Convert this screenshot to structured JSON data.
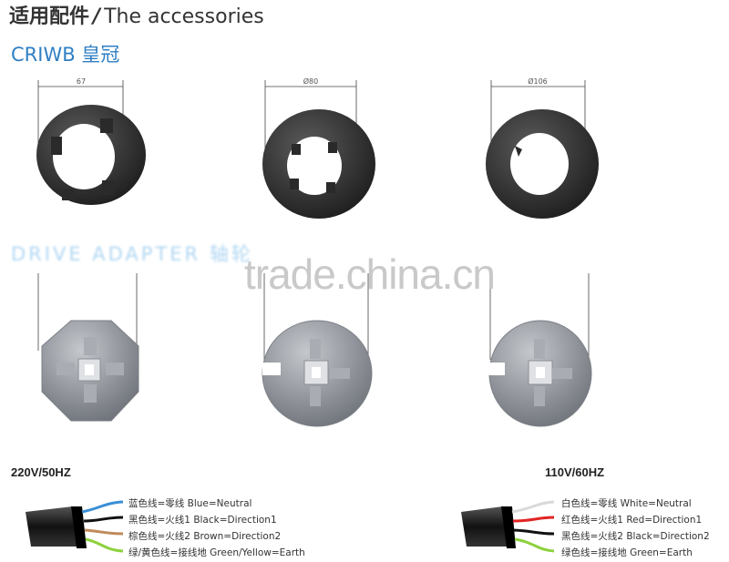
{
  "header": {
    "title_cn": "适用配件",
    "separator": "/",
    "title_en": "The accessories"
  },
  "section_crown": {
    "label": "CRIWB 皇冠"
  },
  "section_adapter": {
    "label": "DRIVE ADAPTER 轴轮"
  },
  "dimensions": {
    "d1": "67",
    "d2": "Ø80",
    "d3": "Ø106"
  },
  "watermark": "trade.china.cn",
  "wiring_220": {
    "voltage": "220V/50HZ",
    "wires": [
      {
        "label": "蓝色线=零线   Blue=Neutral",
        "color": "#3a8fd6"
      },
      {
        "label": "黑色线=火线1   Black=Direction1",
        "color": "#111111"
      },
      {
        "label": "棕色线=火线2   Brown=Direction2",
        "color": "#c08a5a"
      },
      {
        "label": "绿/黄色线=接线地   Green/Yellow=Earth",
        "color": "#8cd13c"
      }
    ]
  },
  "wiring_110": {
    "voltage": "110V/60HZ",
    "wires": [
      {
        "label": "白色线=零线   White=Neutral",
        "color": "#f2f2f2"
      },
      {
        "label": "红色线=火线1   Red=Direction1",
        "color": "#e12424"
      },
      {
        "label": "黑色线=火线2   Black=Direction2",
        "color": "#111111"
      },
      {
        "label": "绿色线=接线地   Green=Earth",
        "color": "#8cd13c"
      }
    ]
  }
}
